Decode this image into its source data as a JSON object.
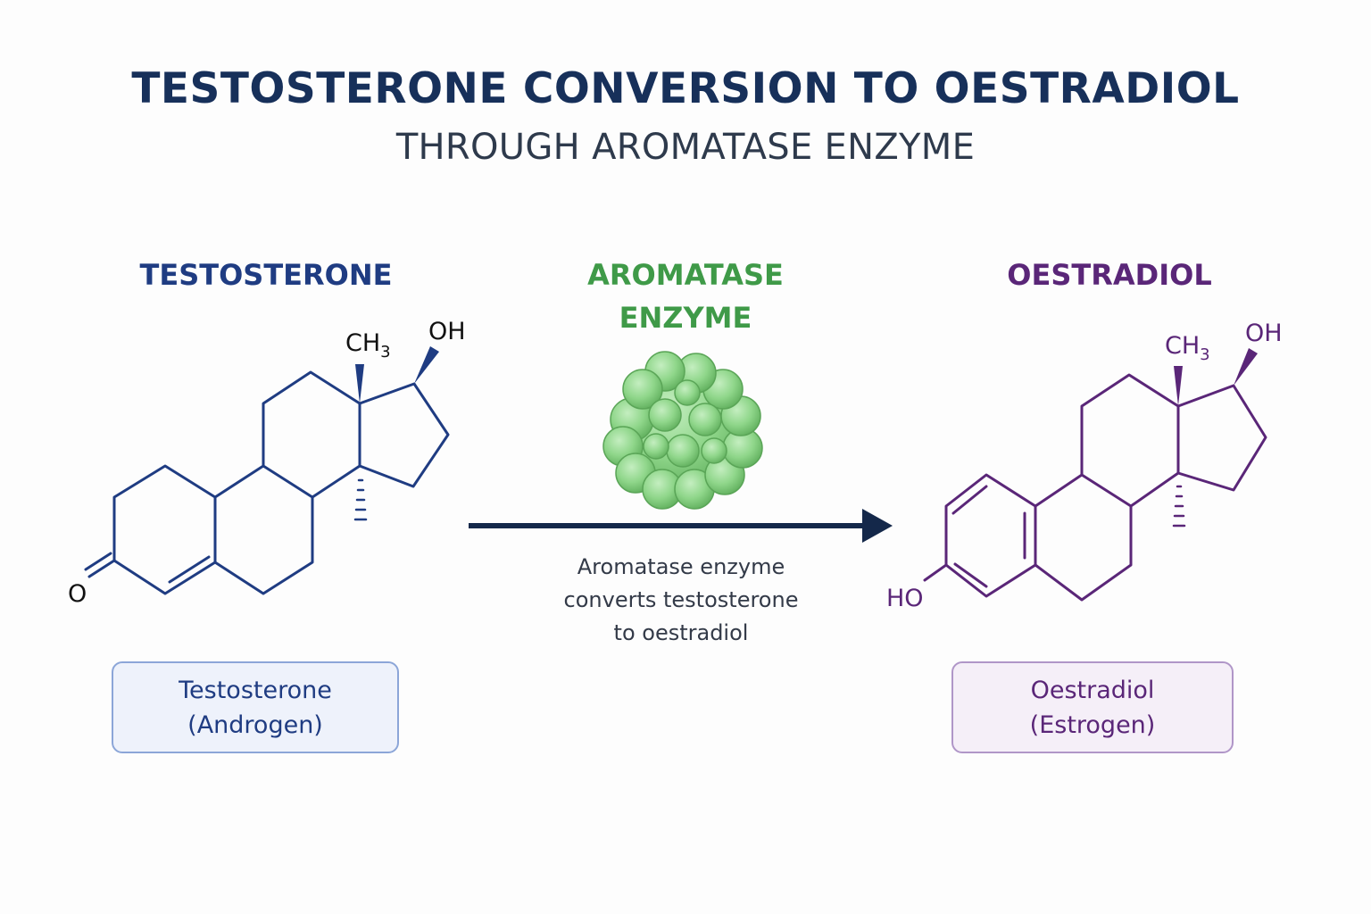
{
  "title": "TESTOSTERONE CONVERSION TO OESTRADIOL",
  "subtitle": "THROUGH AROMATASE ENZYME",
  "colors": {
    "title": "#17305a",
    "subtitle": "#2e3a4c",
    "testosterone": "#1f3c82",
    "enzyme": "#3f9a48",
    "oestradiol": "#5a2678",
    "arrow": "#14284a"
  },
  "testosterone": {
    "label": "TESTOSTERONE",
    "box_line1": "Testosterone",
    "box_line2": "(Androgen)",
    "atoms": {
      "methyl_c": "CH",
      "methyl_sub": "3",
      "hydroxyl": "OH",
      "ketone": "O"
    }
  },
  "enzyme": {
    "label_line1": "AROMATASE",
    "label_line2": "ENZYME",
    "icon": "protein-blob-icon",
    "caption_line1": "Aromatase enzyme",
    "caption_line2": "converts testosterone",
    "caption_line3": "to oestradiol"
  },
  "oestradiol": {
    "label": "OESTRADIOL",
    "box_line1": "Oestradiol",
    "box_line2": "(Estrogen)",
    "atoms": {
      "methyl_c": "CH",
      "methyl_sub": "3",
      "hydroxyl": "OH",
      "phenol": "HO"
    }
  }
}
